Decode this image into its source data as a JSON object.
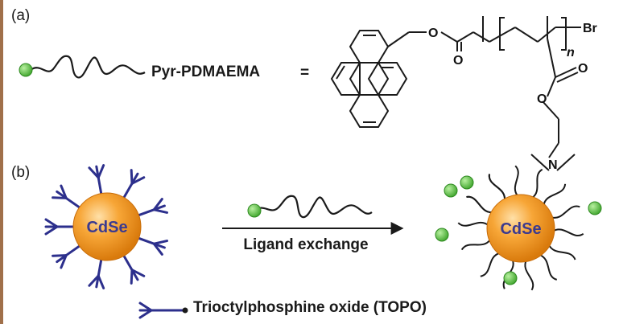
{
  "panel_a": {
    "label": "(a)",
    "polymer_label": "Pyr-PDMAEMA",
    "equals": "=",
    "structure": {
      "atom_o1": "O",
      "atom_o2": "O",
      "atom_o3": "O",
      "atom_o4": "O",
      "atom_br": "Br",
      "atom_n": "N",
      "subscript_n": "n"
    }
  },
  "panel_b": {
    "label": "(b)",
    "core_left": "CdSe",
    "core_right": "CdSe",
    "arrow_label": "Ligand exchange"
  },
  "legend": {
    "text": "Trioctylphosphine oxide (TOPO)"
  },
  "colors": {
    "left_border": "#a0704a",
    "core_orange": "#f39a1e",
    "core_text": "#3b3a8f",
    "topo_blue": "#2c2f8c",
    "end_group_green": "#5cc04a",
    "line": "#1a1a1a"
  }
}
